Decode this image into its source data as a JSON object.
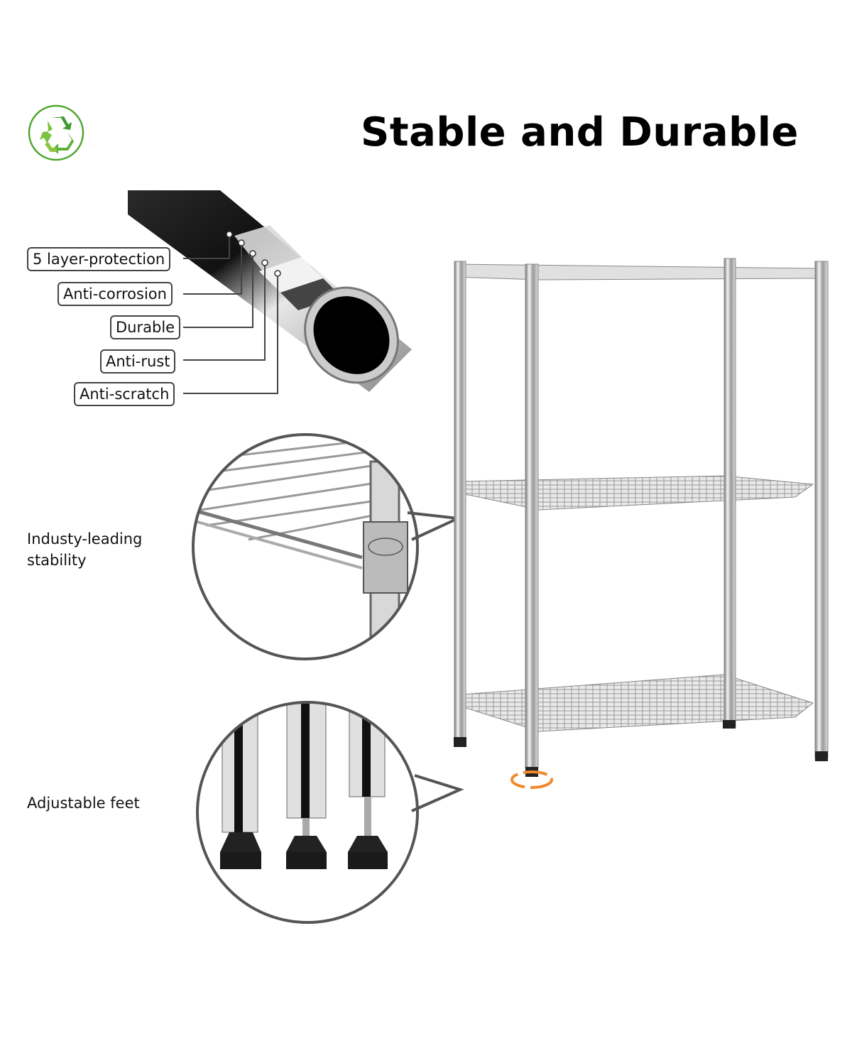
{
  "header": {
    "title": "Stable and Durable",
    "badge_icon": "recycle-icon",
    "badge_color": "#6cb33f"
  },
  "tube_diagram": {
    "layers": [
      {
        "label": "5 layer-protection"
      },
      {
        "label": "Anti-corrosion"
      },
      {
        "label": "Durable"
      },
      {
        "label": "Anti-rust"
      },
      {
        "label": "Anti-scratch"
      }
    ]
  },
  "features": [
    {
      "line1": "Industy-leading",
      "line2": "stability",
      "callout": "shelf-connector-closeup"
    },
    {
      "line1": "Adjustable feet",
      "callout": "adjustable-feet-closeup"
    }
  ],
  "product": {
    "name": "3-tier wire shelving unit",
    "tiers": 3,
    "rotate_indicator_color": "#f08a2c"
  }
}
